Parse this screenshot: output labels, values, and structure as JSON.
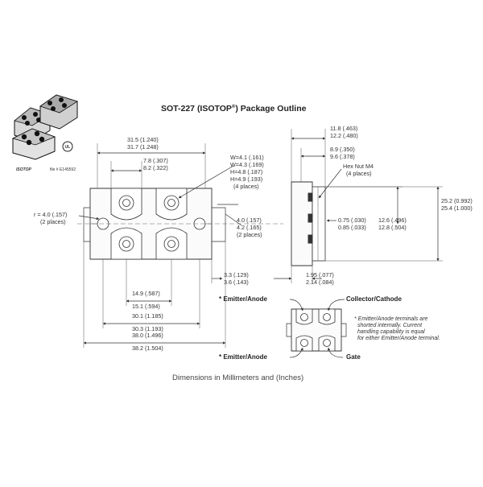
{
  "title": {
    "main": "SOT-227 (ISOTOP",
    "superscript": "®",
    "suffix": ") Package Outline"
  },
  "logo": {
    "brand": "ISOTOP",
    "cert_text": "file # E145592"
  },
  "dimensions": {
    "width_top_a": "31.5 (1.240)",
    "width_top_b": "31.7 (1.248)",
    "pad_pitch_a": "7.8 (.307)",
    "pad_pitch_b": "8.2 (.322)",
    "w1": "W=4.1 (.161)",
    "w2": "W=4.3 (.169)",
    "h1": "H=4.8 (.187)",
    "h2": "H=4.9 (.193)",
    "places_4": "(4 places)",
    "r_left": "r = 4.0 (.157)",
    "r_left_places": "(2 places)",
    "mid_a": "4.0 (.157)",
    "mid_b": "4.2 (.165)",
    "mid_places": "(2 places)",
    "bottom_gap_a": "3.3 (.129)",
    "bottom_gap_b": "3.6 (.143)",
    "inner_a": "14.9 (.587)",
    "inner_b": "15.1 (.594)",
    "span_a": "30.1 (1.185)",
    "span_b": "30.3 (1.193)",
    "overall_a": "38.0 (1.496)",
    "overall_b": "38.2 (1.504)",
    "side_top_a": "11.8 (.463)",
    "side_top_b": "12.2 (.480)",
    "side_mid_a": "8.9 (.350)",
    "side_mid_b": "9.6 (.378)",
    "hexnut": "Hex Nut M4",
    "hexnut_places": "(4 places)",
    "t_a": "0.75 (.030)",
    "t_b": "0.85 (.033)",
    "lead_a": "12.6 (.496)",
    "lead_b": "12.8 (.504)",
    "height_a": "25.2 (0.992)",
    "height_b": "25.4 (1.000)",
    "side_bot_a": "1.95 (.077)",
    "side_bot_b": "2.14 (.084)"
  },
  "pinout": {
    "emitter_anode_top": "* Emitter/Anode",
    "collector_cathode": "Collector/Cathode",
    "emitter_anode_bottom": "* Emitter/Anode",
    "gate": "Gate",
    "note_line1": "* Emitter/Anode terminals are",
    "note_line2": "shorted internally. Current",
    "note_line3": "handling capability is equal",
    "note_line4": "for either Emitter/Anode terminal."
  },
  "caption": "Dimensions in Millimeters and (Inches)"
}
